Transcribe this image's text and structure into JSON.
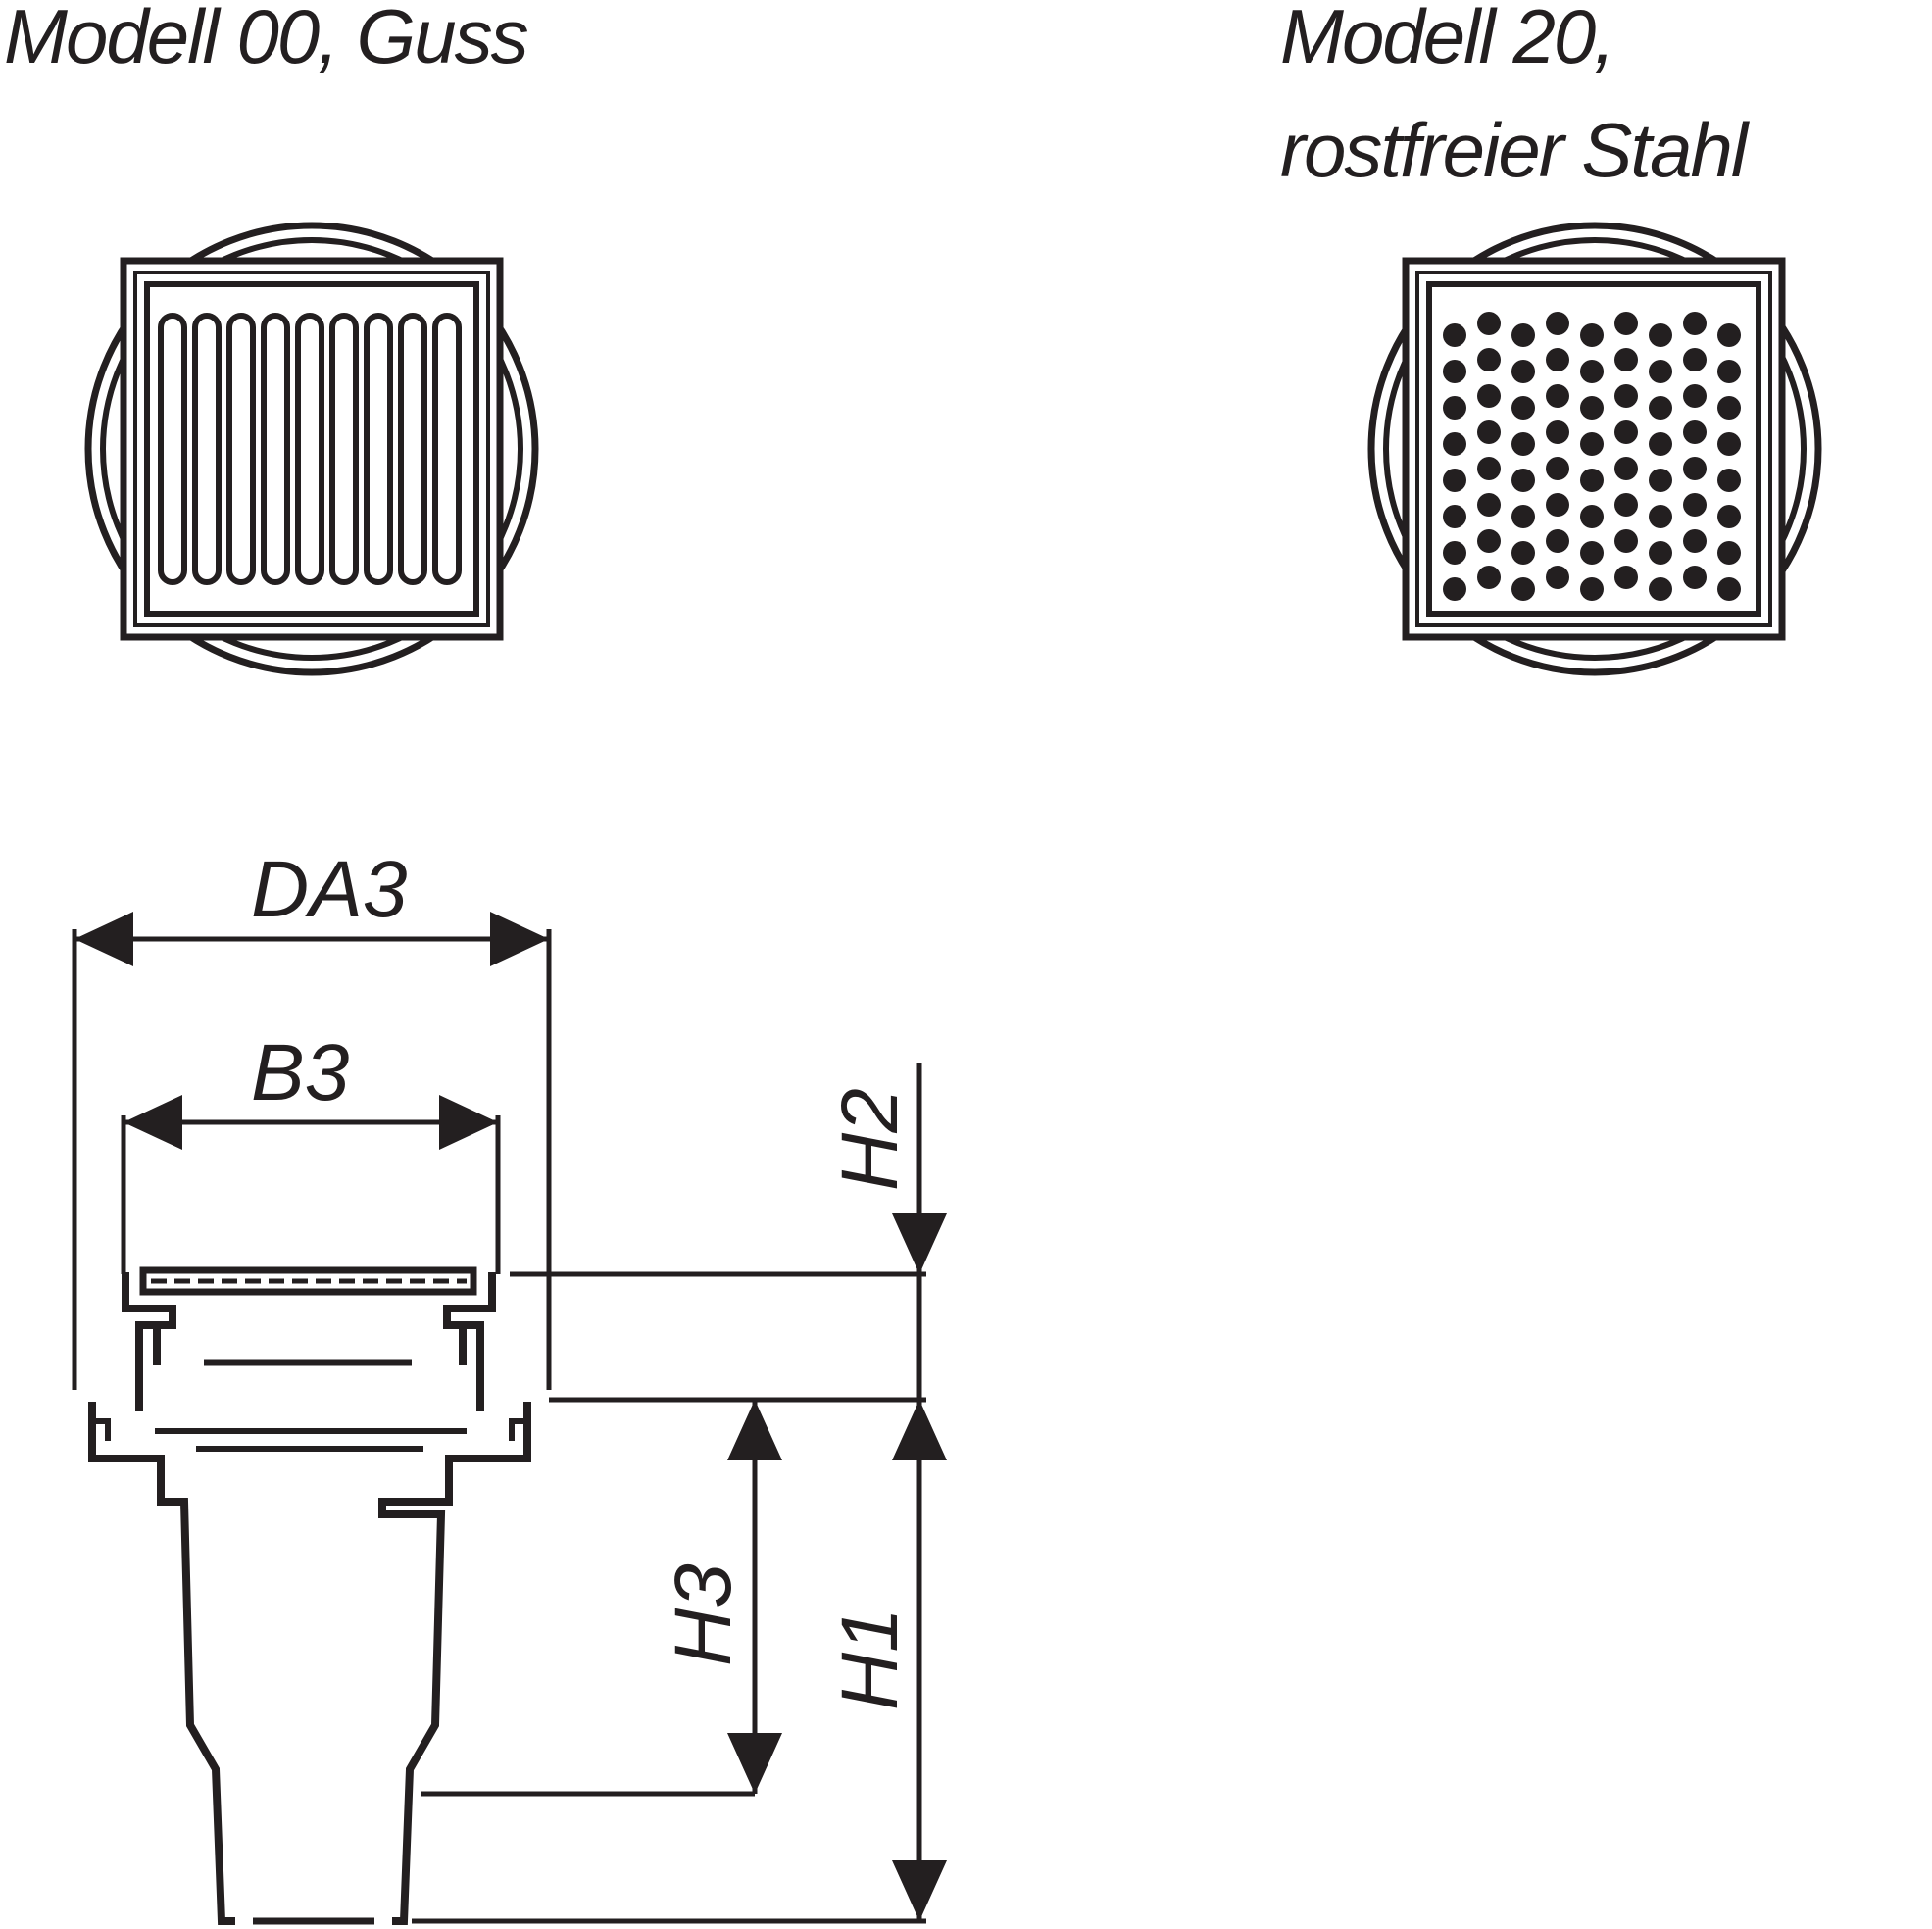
{
  "models": [
    {
      "title": "Modell 00, Guss",
      "grate_pattern": "slots"
    },
    {
      "title_line1": "Modell 20,",
      "title_line2": "rostfreier Stahl",
      "grate_pattern": "dots"
    }
  ],
  "section": {
    "dimensions": {
      "da3": "DA3",
      "b3": "B3",
      "h1": "H1",
      "h2": "H2",
      "h3": "H3"
    }
  },
  "colors": {
    "ink": "#231f20",
    "background": "#ffffff"
  }
}
